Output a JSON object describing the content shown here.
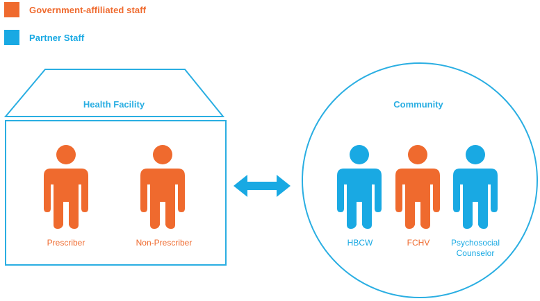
{
  "colors": {
    "government": "#ef6a2e",
    "partner": "#19a9e3",
    "outline": "#2aaee2"
  },
  "legend": [
    {
      "label": "Government-affiliated staff",
      "color_key": "government"
    },
    {
      "label": "Partner Staff",
      "color_key": "partner"
    }
  ],
  "facility": {
    "title": "Health Facility",
    "people": [
      {
        "label": "Prescriber",
        "type": "government"
      },
      {
        "label": "Non-Prescriber",
        "type": "government"
      }
    ]
  },
  "community": {
    "title": "Community",
    "people": [
      {
        "label": "HBCW",
        "type": "partner"
      },
      {
        "label": "FCHV",
        "type": "government"
      },
      {
        "label": "Psychosocial Counselor",
        "type": "partner"
      }
    ]
  },
  "connector": {
    "icon": "double-arrow-icon"
  }
}
